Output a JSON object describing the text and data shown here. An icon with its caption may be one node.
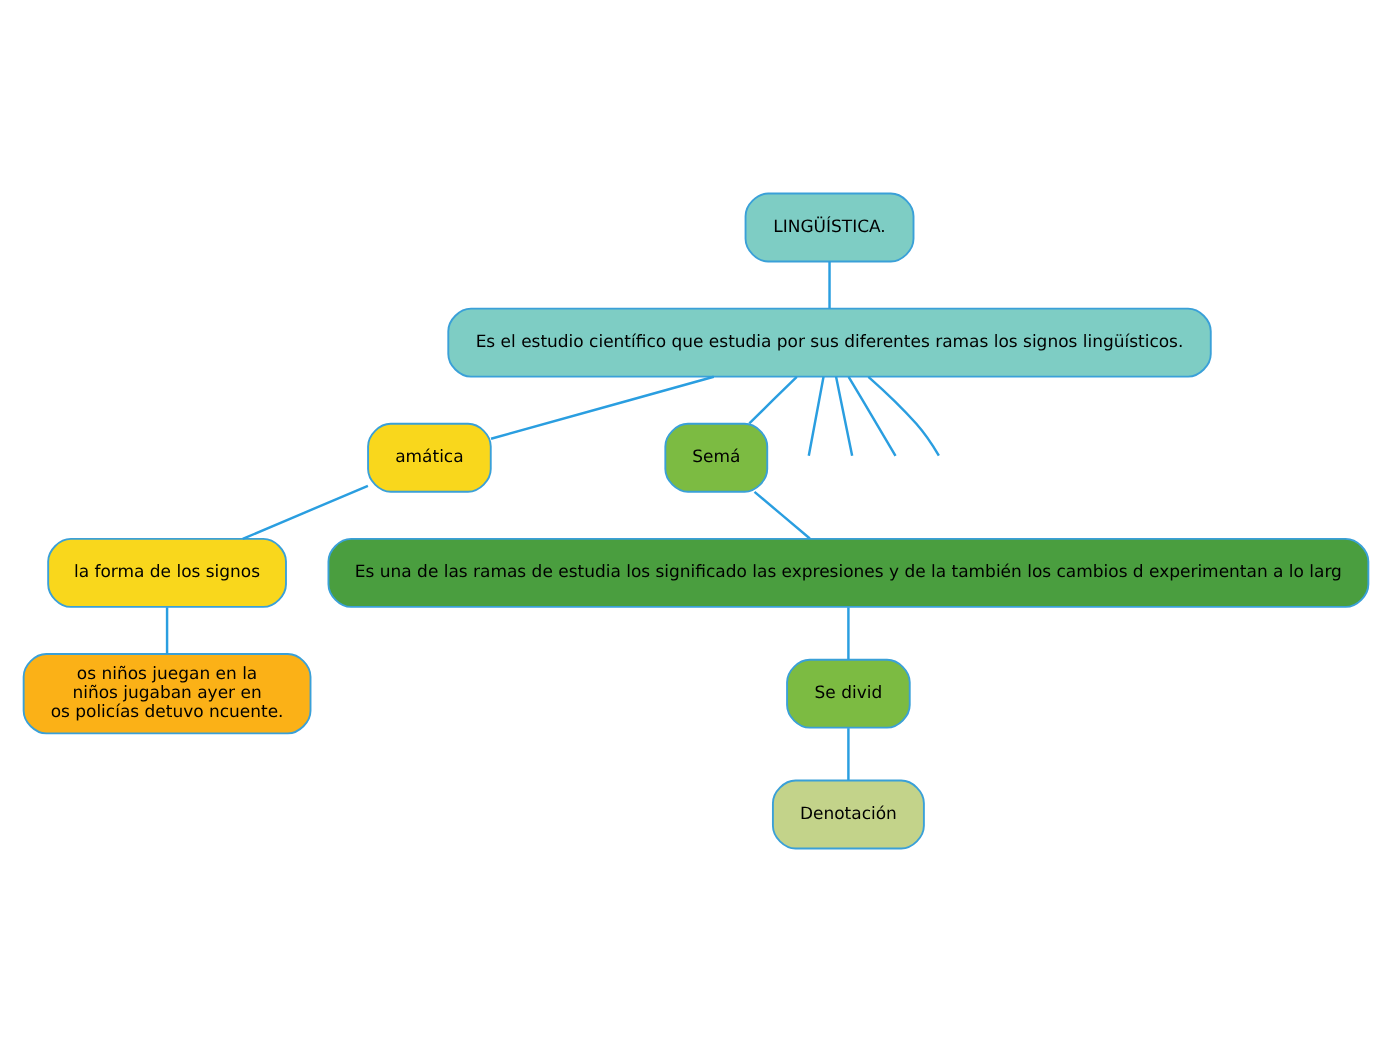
{
  "diagram": {
    "nodes": [
      {
        "text": [
          "LINGÜÍSTICA."
        ]
      },
      {
        "text": [
          "Es el estudio científico que estudia por sus diferentes ramas los signos lingüísticos."
        ]
      },
      {
        "text": [
          "amática"
        ]
      },
      {
        "text": [
          "la forma de los signos"
        ]
      },
      {
        "text": [
          "os niños juegan en la",
          "niños jugaban ayer en",
          "os policías detuvo ncuente."
        ]
      },
      {
        "text": [
          "Semá"
        ]
      },
      {
        "text": [
          "Es una de las ramas de estudia los significado las expresiones y de la también los cambios d experimentan a lo larg"
        ]
      },
      {
        "text": [
          "Se divid"
        ]
      },
      {
        "text": [
          "Denotación"
        ]
      }
    ],
    "edges": [
      {
        "from": 0,
        "to": 1,
        "arrow": "none"
      },
      {
        "from": 1,
        "to": 2,
        "arrow": "none"
      },
      {
        "from": 1,
        "to": null,
        "arrow": "none"
      },
      {
        "from": 1,
        "to": null,
        "arrow": "none"
      },
      {
        "from": 1,
        "to": 5,
        "arrow": "none"
      },
      {
        "from": 1,
        "to": null,
        "arrow": "none"
      },
      {
        "from": 1,
        "to": null,
        "arrow": "none"
      },
      {
        "from": 2,
        "to": 3,
        "arrow": "none"
      },
      {
        "from": 3,
        "to": 4,
        "arrow": "none"
      },
      {
        "from": 5,
        "to": 6,
        "arrow": "none"
      },
      {
        "from": 6,
        "to": 7,
        "arrow": "none"
      },
      {
        "from": 7,
        "to": 8,
        "arrow": "none"
      }
    ]
  }
}
